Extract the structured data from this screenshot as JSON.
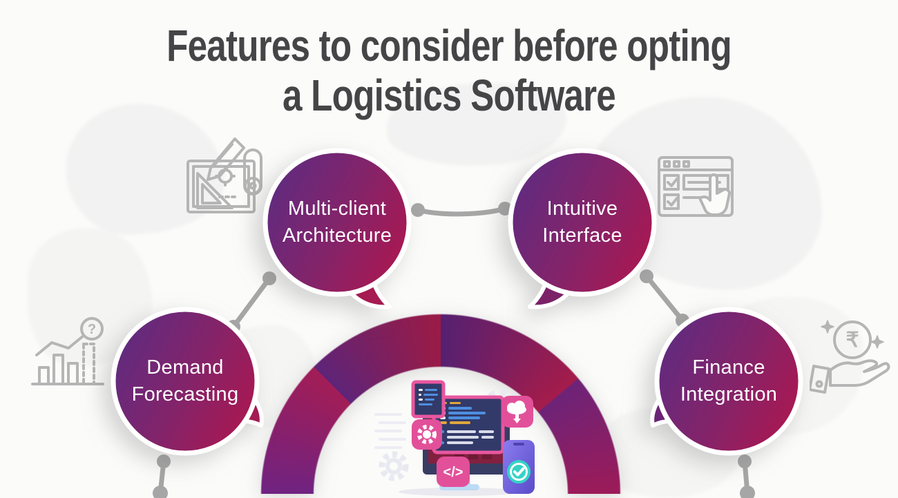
{
  "title": {
    "line1": "Features to consider before opting",
    "line2": "a Logistics Software"
  },
  "features": [
    {
      "id": "multi-client-architecture",
      "line1": "Multi-client",
      "line2": "Architecture",
      "icon": "blueprint-architecture-icon",
      "tail_direction": "bottom-right"
    },
    {
      "id": "intuitive-interface",
      "line1": "Intuitive",
      "line2": "Interface",
      "icon": "checklist-interface-icon",
      "tail_direction": "bottom-left"
    },
    {
      "id": "demand-forecasting",
      "line1": "Demand",
      "line2": "Forecasting",
      "icon": "bar-chart-forecast-icon",
      "tail_direction": "right"
    },
    {
      "id": "finance-integration",
      "line1": "Finance",
      "line2": "Integration",
      "icon": "rupee-hand-icon",
      "tail_direction": "left"
    }
  ],
  "icon_glyphs": {
    "question_mark": "?",
    "rupee": "₹",
    "code_tag": "</>"
  },
  "palette": {
    "background": "#fbfbfa",
    "title_text": "#454547",
    "bubble_gradient_start": "#5f2b80",
    "bubble_gradient_end": "#ab1750",
    "arch_purple": "#6f2381",
    "arch_magenta": "#a21d56",
    "arch_dark_purple": "#552071",
    "arch_crimson": "#a51c4a",
    "connector_gray": "#a6a6a6",
    "icon_line_gray": "#b5b5b5",
    "illustration_pink": "#e2509a",
    "illustration_navy": "#323a69",
    "illustration_maroon": "#83203f",
    "illustration_teal": "#35d3c5",
    "illustration_light_blue": "#bcdaf4"
  }
}
